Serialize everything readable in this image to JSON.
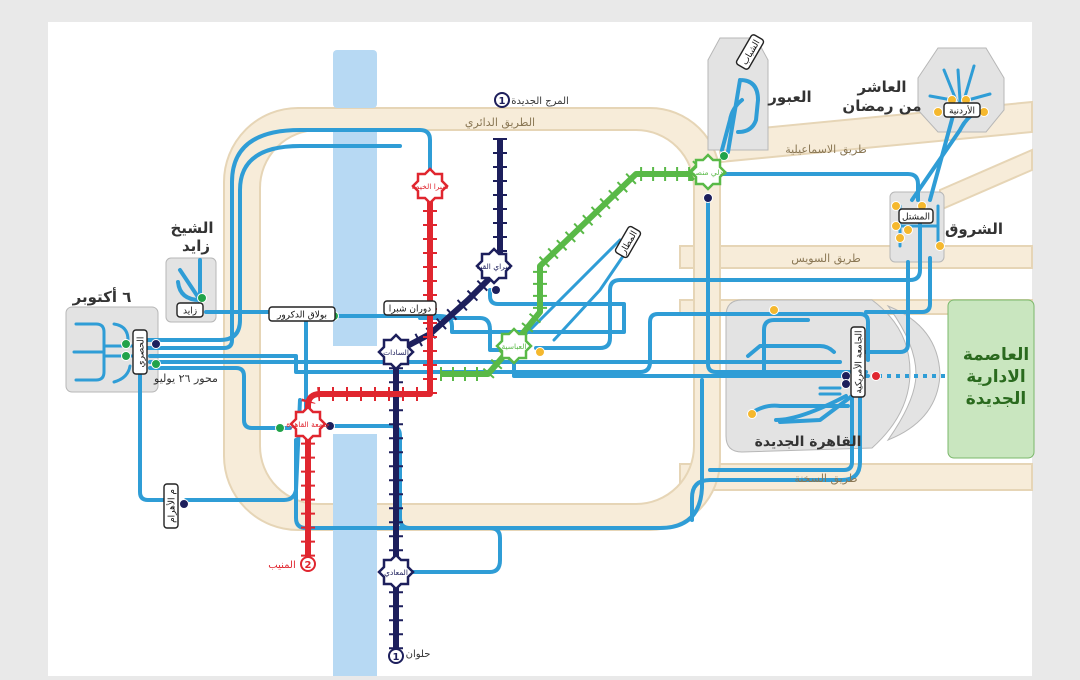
{
  "map": {
    "ring_roads": {
      "ring_road": "الطريق الدائري",
      "ismailia_road": "طريق الاسماعيلية",
      "suez_road": "طريق السويس",
      "sokhna_road": "طريق السخنة"
    },
    "regions": {
      "october": "٦ أكتوبر",
      "zayed_line1": "الشيخ",
      "zayed_line2": "زايد",
      "obour": "العبور",
      "tenth_line1": "العاشر",
      "tenth_line2": "من رمضان",
      "shorouk": "الشروق",
      "new_cairo": "القاهرة الجديدة",
      "capital_line1": "العاصمة",
      "capital_line2": "الادارية",
      "capital_line3": "الجديدة"
    },
    "boxed_stations": {
      "husary": "الحصري",
      "zayed": "زايد",
      "pyramids": "م الأهرام",
      "shabab": "الشباب",
      "jordanian": "الأردنية",
      "mashtal": "المشتل",
      "american_univ": "الجامعة الأمريكية",
      "airport": "المطار",
      "boulaq": "بولاق الدكرور",
      "dawaran_shubra": "دوران شبرا"
    },
    "hub_stations": {
      "sadat": "السادات",
      "cairo_univ": "جامعة القاهرة",
      "shubra_kheima": "شبرا الخيمة",
      "sarayat_qubba": "سراي القبة",
      "adly_mansour": "عدلي منصور",
      "abbasiya": "العباسية",
      "maadi": "المعادي"
    },
    "termini": {
      "new_marg": "المرج الجديدة",
      "helwan": "حلوان",
      "moneeb": "المنيب"
    },
    "termini_badges": {
      "l1": "1",
      "l2": "2"
    },
    "labels": {
      "axis_26_july": "محور ٢٦ يوليو"
    },
    "colors": {
      "line1": "#1d1f5c",
      "line2": "#e0262f",
      "line3": "#59b947",
      "lrt": "#2f9dd6",
      "river": "#b7d9f3",
      "ring": "#f7ecd9",
      "district": "#e3e3e3",
      "capital": "#c9e6bf",
      "green_node": "#21a34a",
      "yellow_node": "#f5b82e"
    }
  }
}
